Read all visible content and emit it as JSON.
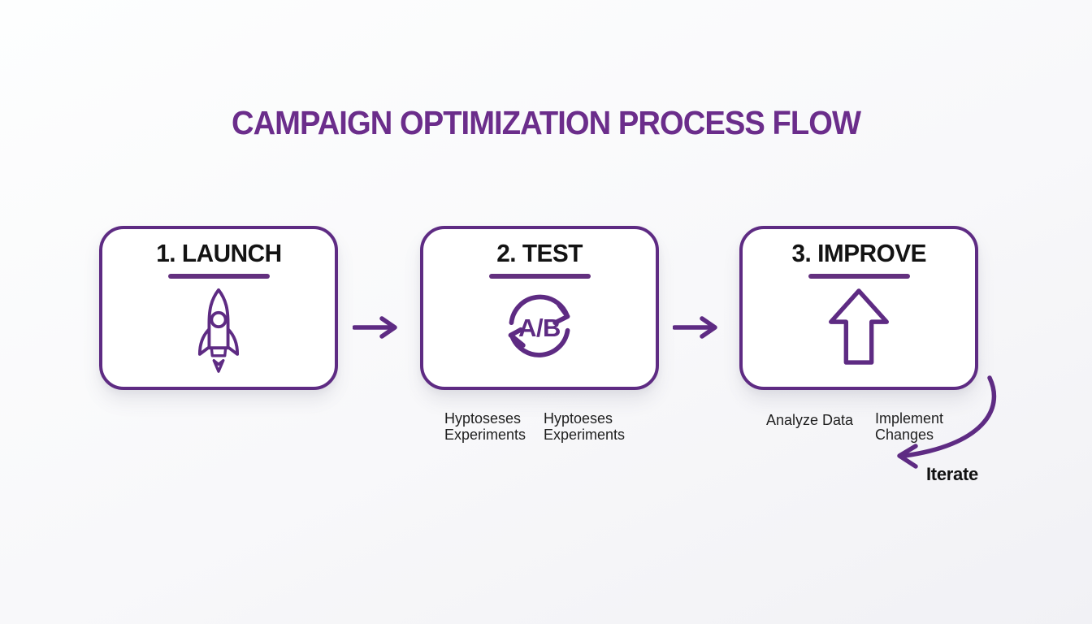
{
  "page": {
    "title": "CAMPAIGN OPTIMIZATION PROCESS FLOW"
  },
  "colors": {
    "accent_purple": "#5e2b83",
    "title_purple": "#6b2d8b",
    "heading_black": "#131313",
    "label_black": "#1f1f1f",
    "box_background": "#ffffff",
    "page_background": "#f8f8fa"
  },
  "steps": [
    {
      "heading": "1. LAUNCH",
      "icon": "rocket-icon"
    },
    {
      "heading": "2. TEST",
      "icon": "ab-test-cycle-icon",
      "icon_text": "A/B",
      "labels": [
        "Hyptoseses\nExperiments",
        "Hyptoeses\nExperiments"
      ]
    },
    {
      "heading": "3. IMPROVE",
      "icon": "up-arrow-icon",
      "labels": [
        "Analyze Data",
        "Implement\nChanges"
      ]
    }
  ],
  "iterate": {
    "label": "Iterate"
  }
}
